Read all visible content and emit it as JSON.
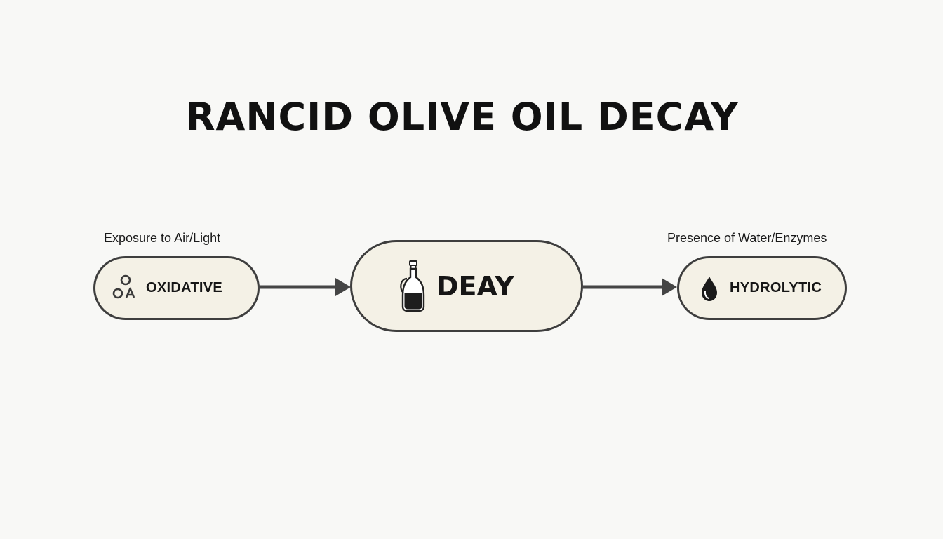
{
  "title": "RANCID OLIVE OIL DECAY",
  "left_node": {
    "caption": "Exposure to Air/Light",
    "label": "OXIDATIVE",
    "icon": "molecules-icon"
  },
  "center_node": {
    "label": "DEAY",
    "icon": "oil-bottle-icon"
  },
  "right_node": {
    "caption": "Presence of Water/Enzymes",
    "label": "HYDROLYTIC",
    "icon": "water-drop-icon"
  },
  "colors": {
    "background": "#f8f8f6",
    "node_fill": "#f4f1e6",
    "stroke": "#3e3e3e",
    "text": "#111111"
  }
}
